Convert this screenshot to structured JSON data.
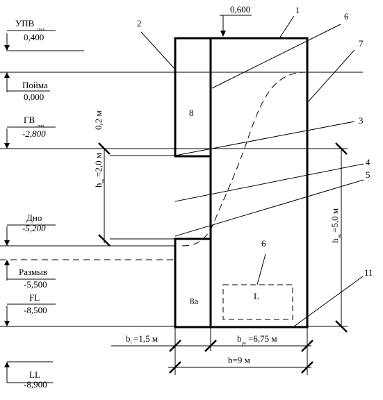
{
  "levels": {
    "upv": {
      "label": "УПВ",
      "sub": "max",
      "value": "0,400"
    },
    "poima": {
      "label": "Пойма",
      "value": "0,000"
    },
    "gv": {
      "label": "ГВ",
      "sub": "min",
      "value": "-2,800"
    },
    "dno": {
      "label": "Дно",
      "value": "-5,200"
    },
    "razmyv": {
      "label": "Размыв",
      "value": "-5,500"
    },
    "fl": {
      "label": "FL",
      "value": "-8,500"
    },
    "ll": {
      "label": "LL",
      "value": "-8,900"
    }
  },
  "top_mark": "0,600",
  "callouts": [
    "1",
    "6",
    "7",
    "2",
    "3",
    "4",
    "5",
    "6",
    "11"
  ],
  "zones": {
    "upper": "8",
    "lower": "8а",
    "box": "L"
  },
  "dimensions": {
    "gap": "0,2 м",
    "h_upper": {
      "base": "h",
      "sub": "вк",
      "rest": "=2,0 м"
    },
    "h_right": {
      "base": "h",
      "sub": "рк",
      "rest": "=5,0 м"
    },
    "b_left": {
      "base": "b",
      "sub": "г",
      "rest": "=1,5 м"
    },
    "b_right": {
      "base": "b",
      "sub": "ро",
      "rest": "=6,75 м"
    },
    "b_total": "b=9 м"
  }
}
